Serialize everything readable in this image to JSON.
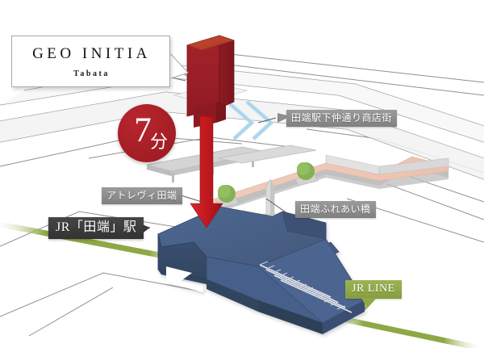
{
  "map": {
    "type": "isometric-access-map",
    "kind": "real-estate property access illustration",
    "background_color": "#ffffff"
  },
  "property_card": {
    "title": "GEO INITIA",
    "subtitle": "Tabata",
    "background_color": "#ffffff",
    "border_color": "#a9a9a9"
  },
  "walk_badge": {
    "number": "7",
    "unit": "分",
    "color": "#a71f26",
    "meaning": "7 minutes walk"
  },
  "labels": {
    "shopping_street": {
      "text": "田端駅下仲通り商店街",
      "style": "gray",
      "color": "#8d8d8d"
    },
    "atre_vie": {
      "text": "アトレヴィ田端",
      "style": "gray",
      "color": "#8d8d8d"
    },
    "jr_station": {
      "text": "JR「田端」駅",
      "style": "dark",
      "color": "#3b3b3b"
    },
    "fureai_bridge": {
      "text": "田端ふれあい橋",
      "style": "gray",
      "color": "#8d8d8d"
    },
    "jr_line": {
      "text": "JR LINE",
      "style": "green",
      "color": "#8fa846"
    }
  },
  "features": {
    "property_building_color": "#a3202a",
    "station_building_color": "#4a6186",
    "plaza_color": "#efc6b4",
    "rail_line_color": "#8fa846",
    "road_outline_color": "#8c8c8c",
    "water_color": "#b9dcf0",
    "tree_color": "#84b156",
    "arrow_color": "#c41f26"
  }
}
